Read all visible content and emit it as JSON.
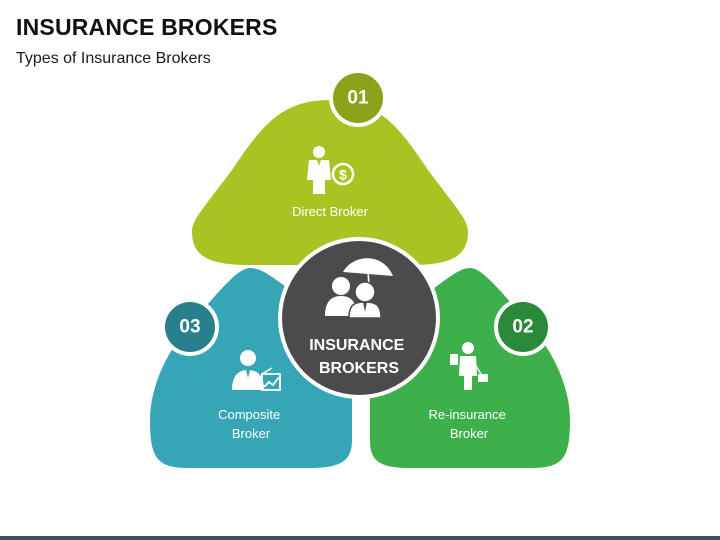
{
  "title": "INSURANCE BROKERS",
  "subtitle": "Types of Insurance Brokers",
  "center": {
    "line1": "INSURANCE",
    "line2": "BROKERS",
    "icon": "people-umbrella-icon",
    "color": "#4b4b4d"
  },
  "items": [
    {
      "number": "01",
      "label_lines": [
        "Direct Broker"
      ],
      "icon": "businessman-dollar-icon",
      "color": "#a9c422",
      "badge_color": "#8aa31b"
    },
    {
      "number": "02",
      "label_lines": [
        "Re-insurance",
        "Broker"
      ],
      "icon": "businessman-clipboard-briefcase-icon",
      "color": "#3db04b",
      "badge_color": "#2b8a39"
    },
    {
      "number": "03",
      "label_lines": [
        "Composite",
        "Broker"
      ],
      "icon": "presenter-chart-icon",
      "color": "#36a6b7",
      "badge_color": "#2a7f8c"
    }
  ]
}
